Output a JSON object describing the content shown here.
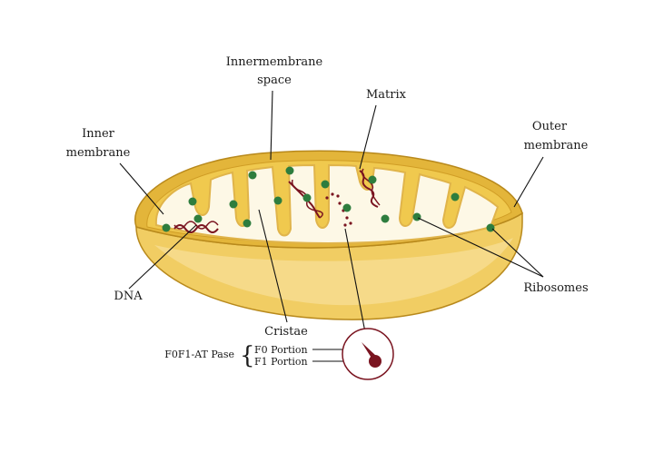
{
  "labels": {
    "intermembrane_1": "Innermembrane",
    "intermembrane_2": "space",
    "matrix": "Matrix",
    "inner_1": "Inner",
    "inner_2": "membrane",
    "outer_1": "Outer",
    "outer_2": "membrane",
    "dna": "DNA",
    "ribosomes": "Ribosomes",
    "cristae": "Cristae",
    "atpase": "F0F1-AT Pase",
    "f0": "F0 Portion",
    "f1": "F1 Portion"
  },
  "colors": {
    "outer_membrane": "#e3b53a",
    "outer_stroke": "#b8891c",
    "outer_body_light": "#f3d57a",
    "intermembrane": "#f0c94e",
    "matrix_fill": "#fdf8e6",
    "ribosome": "#2e7d3e",
    "dna": "#7a1420",
    "leader": "#111111"
  }
}
